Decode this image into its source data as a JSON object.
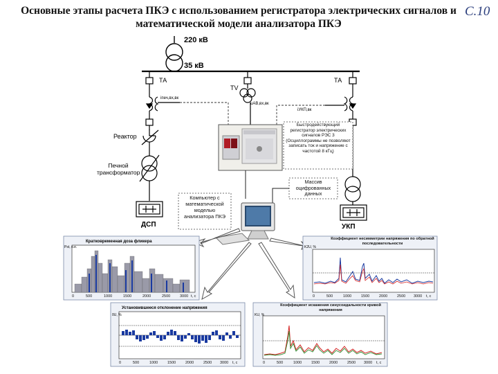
{
  "slide": {
    "title": "Основные этапы расчета ПКЭ с использованием регистратора электрических сигналов и математической модели анализатора ПКЭ",
    "page_number": "С.10"
  },
  "diagram": {
    "voltage_hv": "220 кВ",
    "voltage_mv": "35 кВ",
    "ta_left": "ТА",
    "ta_right": "ТА",
    "tv": "TV",
    "i_left": "iпеч,вх,вк",
    "u_bus": "uАВ,вх,вк",
    "i_right": "iУКП,вк",
    "reactor": "Реактор",
    "furnace_transformer": "Печной трансформатор",
    "recorder": "Быстродействующий регистратор электрических сигналов РЭС 3 (Осциллограммы не позволяют записать ток и напряжение с частотой 8 кГц)",
    "data_arrays": "Массив оцифрованных данных",
    "computer": "Компьютер с математической моделью анализатора ПКЭ",
    "dsp": "ДСП",
    "ukp": "УКП"
  },
  "charts": {
    "flicker_title": "Кратковременная доза фликера",
    "unbalance_title": "Коэффициент несимметрии напряжения по обратной последовательности",
    "deviation_title": "Установившееся отклонение напряжения",
    "distortion_title": "Коэффициент искажения синусоидальности кривой напряжения",
    "x_ticks": [
      "0",
      "500",
      "1000",
      "1500",
      "2000",
      "2500",
      "3000"
    ],
    "x_unit": "t, с",
    "flicker_ylabel": "Pst, o.e.",
    "unbalance_ylabel": "K2U, %",
    "deviation_ylabel": "δU, %",
    "distortion_ylabel": "KU, %"
  },
  "colors": {
    "line": "#000000",
    "page_number": "#2a3d7c",
    "series_blue": "#1a3aa0",
    "series_red": "#d42020",
    "series_green": "#2e8b2e",
    "bars_grey": "#9a9aa8"
  }
}
